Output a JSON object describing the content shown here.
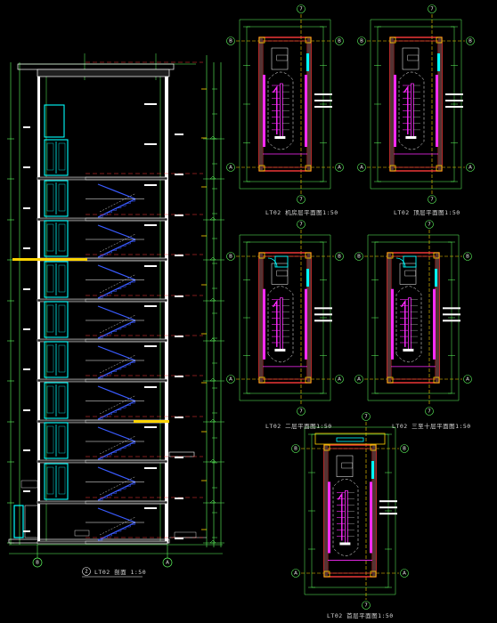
{
  "drawing": {
    "background": "#000000",
    "colors": {
      "wall": "#ff3b3b",
      "dimension": "#5fff5f",
      "axis_line": "#ffd400",
      "stair_section": "#3a5bff",
      "stair_plan": "#ff2bff",
      "door": "#00ffff",
      "text": "#ffffff",
      "slab": "#ffffff"
    }
  },
  "section_view": {
    "title": "LT02 剖面 1:50",
    "circle_label": "2",
    "axis_left": "B",
    "axis_right": "A",
    "floors": 10
  },
  "plans": [
    {
      "id": "plan-upper-left",
      "title": "LT02 机房层平面图1:50",
      "axis_top": "7",
      "axis_left_top": "B",
      "axis_left_bottom": "A",
      "axis_right_top": "B",
      "axis_right_bottom": "A"
    },
    {
      "id": "plan-upper-right",
      "title": "LT02 顶层平面图1:50",
      "axis_top": "7",
      "axis_left_top": "B",
      "axis_left_bottom": "A",
      "axis_right_top": "B",
      "axis_right_bottom": "A"
    },
    {
      "id": "plan-middle-left",
      "title": "LT02 二层平面图1:50",
      "axis_top": "7",
      "axis_left_top": "B",
      "axis_left_bottom": "A",
      "axis_right_top": "B",
      "axis_right_bottom": "A"
    },
    {
      "id": "plan-middle-right",
      "title": "LT02 三至十层平面图1:50",
      "axis_top": "7",
      "axis_left_top": "B",
      "axis_left_bottom": "A",
      "axis_right_top": "B",
      "axis_right_bottom": "A"
    },
    {
      "id": "plan-bottom",
      "title": "LT02 首层平面图1:50",
      "axis_top": "7",
      "axis_left_top": "B",
      "axis_left_bottom": "A",
      "axis_right_top": "B",
      "axis_right_bottom": "A"
    }
  ]
}
